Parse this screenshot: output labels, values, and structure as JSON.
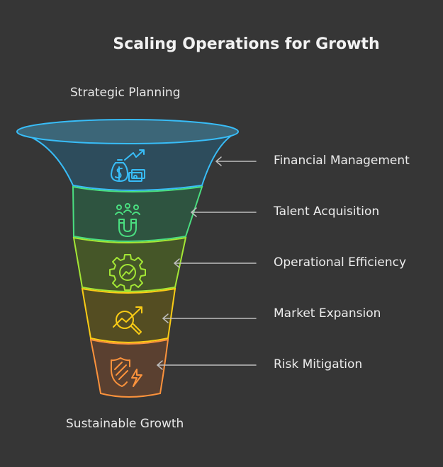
{
  "diagram": {
    "title": "Scaling Operations for Growth",
    "input_label": "Strategic Planning",
    "output_label": "Sustainable Growth",
    "stages": [
      {
        "label": "Financial Management",
        "icon": "money-bag-growth-icon",
        "color": "#38bdf8"
      },
      {
        "label": "Talent Acquisition",
        "icon": "magnet-people-icon",
        "color": "#4ade80"
      },
      {
        "label": "Operational Efficiency",
        "icon": "gear-chart-icon",
        "color": "#a3e635"
      },
      {
        "label": "Market Expansion",
        "icon": "magnifier-arrow-icon",
        "color": "#facc15"
      },
      {
        "label": "Risk Mitigation",
        "icon": "shield-lightning-icon",
        "color": "#fb923c"
      }
    ]
  }
}
